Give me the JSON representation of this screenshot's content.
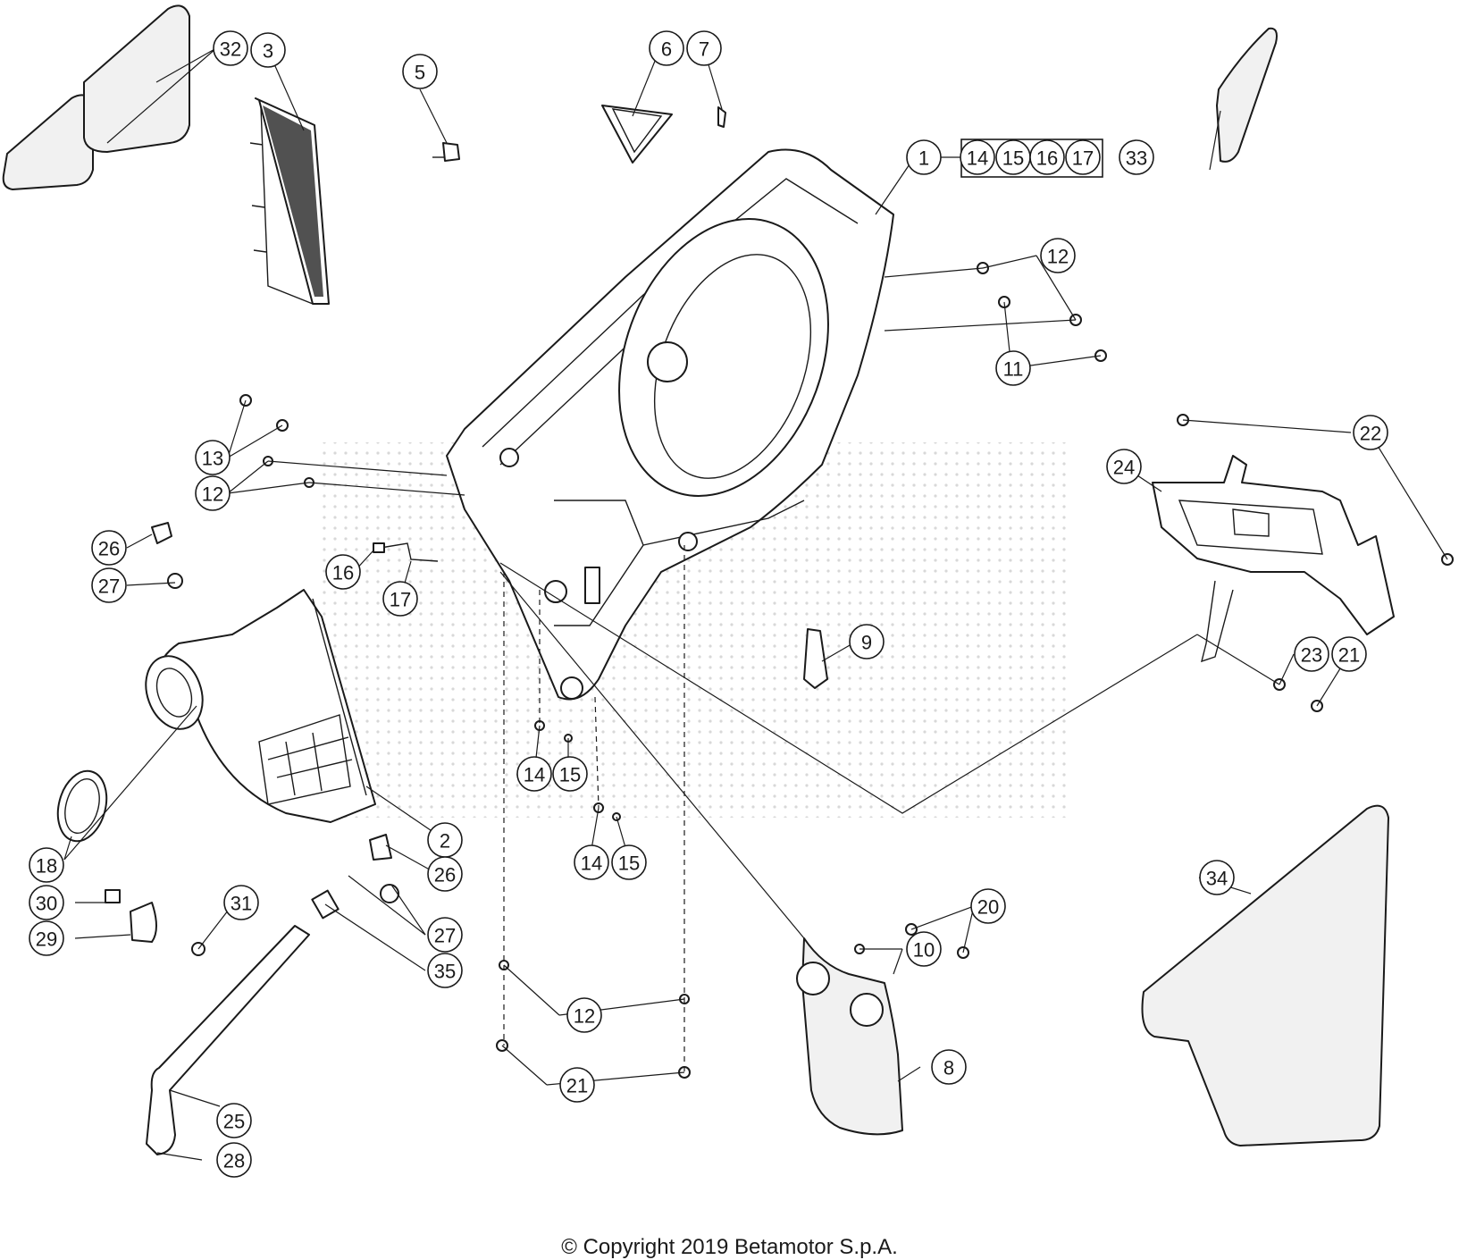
{
  "diagram": {
    "callouts": [
      {
        "label": "32"
      },
      {
        "label": "3"
      },
      {
        "label": "5"
      },
      {
        "label": "6"
      },
      {
        "label": "7"
      },
      {
        "label": "1"
      },
      {
        "label": "14"
      },
      {
        "label": "15"
      },
      {
        "label": "16"
      },
      {
        "label": "17"
      },
      {
        "label": "33"
      },
      {
        "label": "12"
      },
      {
        "label": "11"
      },
      {
        "label": "13"
      },
      {
        "label": "12"
      },
      {
        "label": "22"
      },
      {
        "label": "24"
      },
      {
        "label": "26"
      },
      {
        "label": "27"
      },
      {
        "label": "16"
      },
      {
        "label": "17"
      },
      {
        "label": "9"
      },
      {
        "label": "23"
      },
      {
        "label": "21"
      },
      {
        "label": "14"
      },
      {
        "label": "15"
      },
      {
        "label": "2"
      },
      {
        "label": "18"
      },
      {
        "label": "14"
      },
      {
        "label": "15"
      },
      {
        "label": "26"
      },
      {
        "label": "27"
      },
      {
        "label": "30"
      },
      {
        "label": "31"
      },
      {
        "label": "29"
      },
      {
        "label": "35"
      },
      {
        "label": "34"
      },
      {
        "label": "20"
      },
      {
        "label": "10"
      },
      {
        "label": "12"
      },
      {
        "label": "8"
      },
      {
        "label": "21"
      },
      {
        "label": "25"
      },
      {
        "label": "28"
      }
    ]
  },
  "footer": {
    "copyright": "© Copyright 2019 Betamotor S.p.A."
  }
}
